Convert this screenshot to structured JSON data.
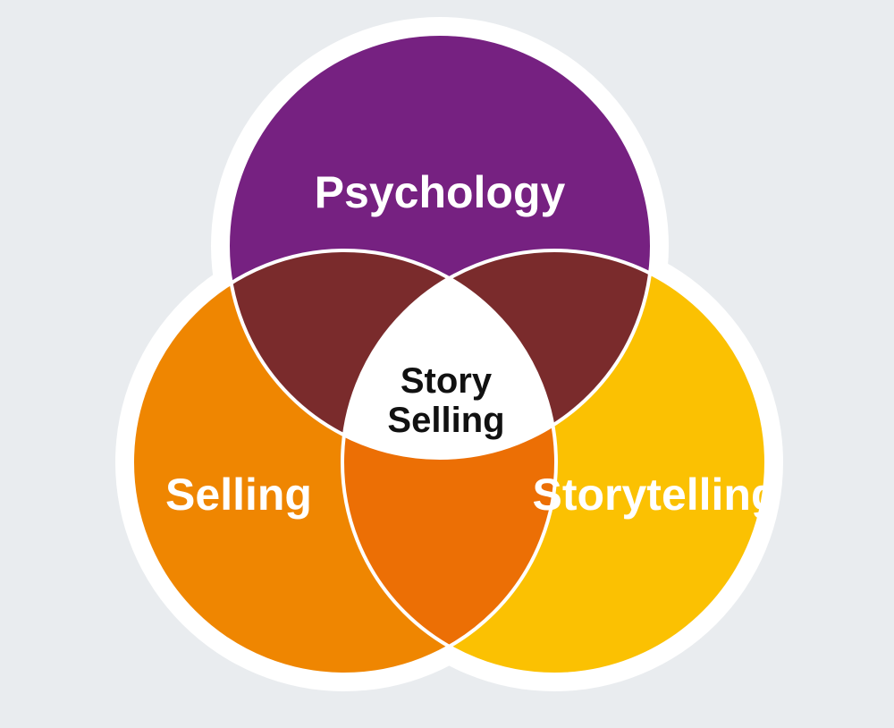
{
  "colors": {
    "background": "#e9ecef",
    "outline": "#ffffff",
    "psychology": "#762181",
    "selling": "#ef8601",
    "storytelling": "#fbc102",
    "psychology_selling": "#7a2b2c",
    "psychology_storytelling": "#7a2b2c",
    "selling_storytelling": "#ec6f05",
    "center": "#ffffff",
    "center_text": "#111111"
  },
  "circles": {
    "psychology": {
      "label": "Psychology"
    },
    "selling": {
      "label": "Selling"
    },
    "storytelling": {
      "label": "Storytelling"
    }
  },
  "center": {
    "line1": "Story",
    "line2": "Selling"
  }
}
